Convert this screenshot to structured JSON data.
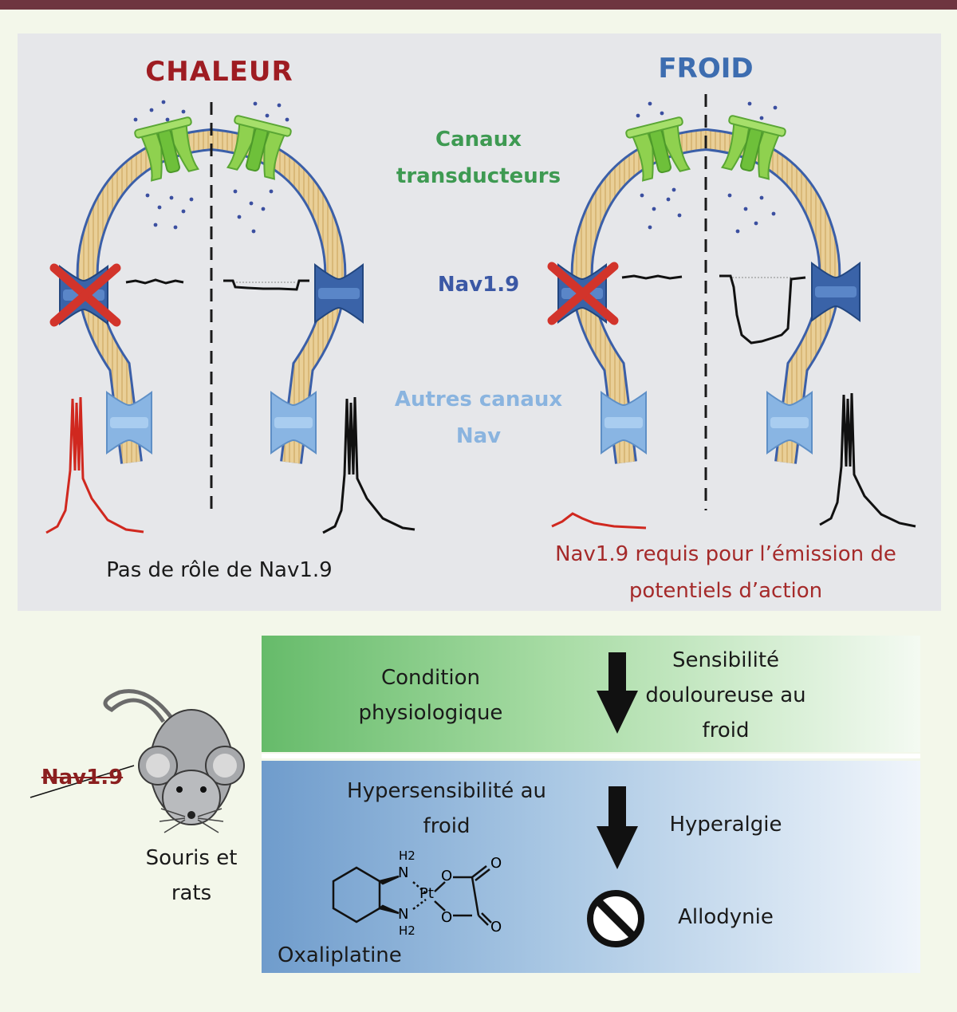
{
  "heat_title": "CHALEUR",
  "cold_title": "FROID",
  "labels": {
    "transducers": "Canaux transducteurs",
    "nav19": "Nav1.9",
    "other_nav": "Autres canaux Nav"
  },
  "captions": {
    "heat": "Pas de rôle de Nav1.9",
    "cold": "Nav1.9 requis pour l’émission de potentiels d’action"
  },
  "green_row": {
    "condition": "Condition physiologique",
    "result": "Sensibilité douloureuse au froid"
  },
  "blue_row": {
    "condition": "Hypersensibilité au froid",
    "drug": "Oxaliplatine",
    "result1": "Hyperalgie",
    "result2": "Allodynie"
  },
  "animal": {
    "gene": "Nav1.9",
    "species": "Souris et rats"
  },
  "molecule_atoms": {
    "n_top": "N",
    "h2_top": "H2",
    "pt": "Pt",
    "n_bottom": "N",
    "h2_bottom": "H2",
    "o1": "O",
    "o2": "O",
    "o3": "O",
    "o4": "O"
  },
  "colors": {
    "heat_red": "#9e1c22",
    "cold_blue": "#3d6db0",
    "transducer_green": "#3e9a52",
    "nav19_blue": "#3b58a5",
    "other_nav_blue": "#8ab4df",
    "trace_red": "#d0281f"
  }
}
